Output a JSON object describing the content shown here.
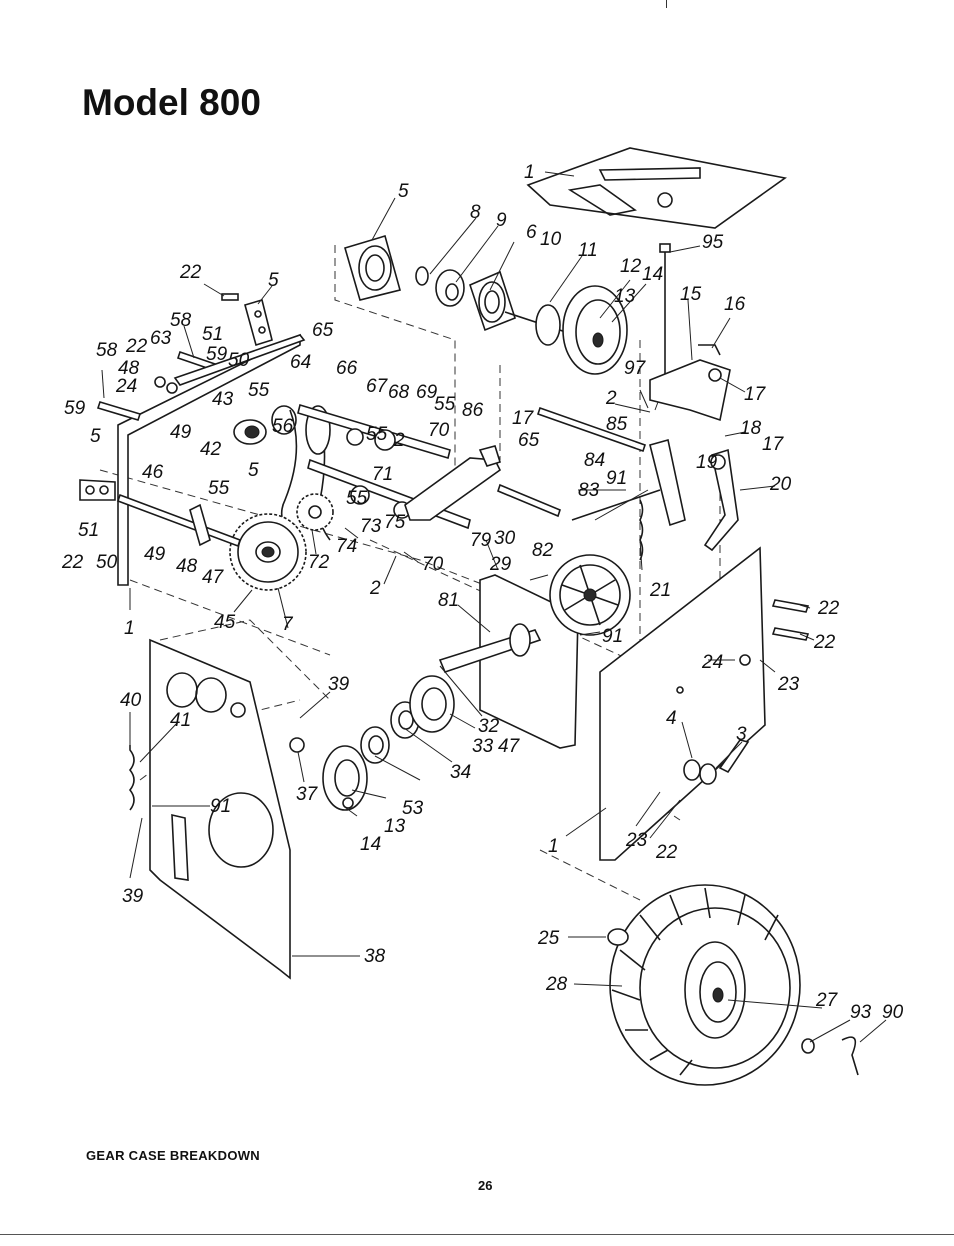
{
  "header": {
    "title": "Model 800"
  },
  "footer": {
    "caption": "GEAR CASE BREAKDOWN",
    "page_number": "26"
  },
  "callouts": [
    "1",
    "5",
    "8",
    "9",
    "6",
    "10",
    "11",
    "12",
    "14",
    "13",
    "95",
    "15",
    "16",
    "22",
    "5",
    "58",
    "51",
    "65",
    "58",
    "22",
    "63",
    "59",
    "50",
    "64",
    "66",
    "48",
    "67",
    "68",
    "69",
    "24",
    "55",
    "43",
    "55",
    "97",
    "17",
    "59",
    "49",
    "42",
    "56",
    "55",
    "2",
    "86",
    "2",
    "85",
    "18",
    "17",
    "5",
    "70",
    "17",
    "65",
    "84",
    "19",
    "46",
    "5",
    "71",
    "91",
    "20",
    "55",
    "55",
    "83",
    "51",
    "73",
    "75",
    "22",
    "50",
    "49",
    "48",
    "47",
    "79",
    "30",
    "82",
    "72",
    "74",
    "70",
    "29",
    "21",
    "2",
    "81",
    "45",
    "7",
    "1",
    "91",
    "22",
    "22",
    "24",
    "23",
    "39",
    "40",
    "41",
    "32",
    "33",
    "47",
    "4",
    "3",
    "37",
    "34",
    "91",
    "53",
    "13",
    "14",
    "1",
    "23",
    "22",
    "39",
    "38",
    "25",
    "28",
    "27",
    "93",
    "90"
  ]
}
